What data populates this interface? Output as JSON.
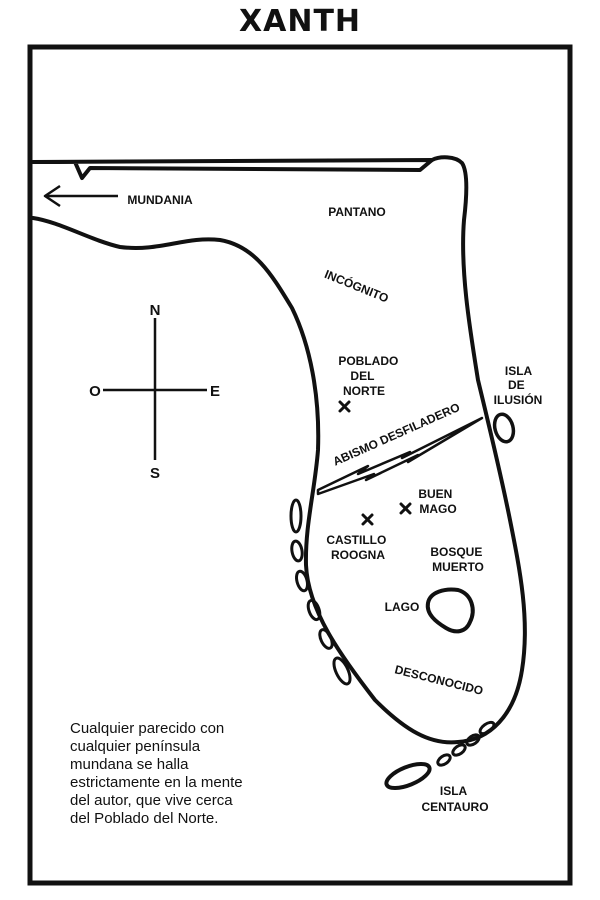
{
  "title": "XANTH",
  "compass": {
    "north": "N",
    "south": "S",
    "east": "E",
    "west": "O"
  },
  "labels": {
    "mundania": "MUNDANIA",
    "pantano": "PANTANO",
    "incognito": "INCÓGNITO",
    "poblado_del_norte": [
      "POBLADO",
      "DEL",
      "NORTE"
    ],
    "abismo": "ABISMO DESFILADERO",
    "isla_ilusion": [
      "ISLA",
      "DE",
      "ILUSIÓN"
    ],
    "buen_mago": [
      "BUEN",
      "MAGO"
    ],
    "castillo_roogna": [
      "CASTILLO",
      "ROOGNA"
    ],
    "bosque_muerto": [
      "BOSQUE",
      "MUERTO"
    ],
    "lago": "LAGO",
    "desconocido": "DESCONOCIDO",
    "isla_centauro": [
      "ISLA",
      "CENTAURO"
    ]
  },
  "disclaimer": "Cualquier parecido con\ncualquier península\nmundana se halla\nestrictamente en la mente\ndel autor, que vive cerca\ndel Poblado del Norte."
}
